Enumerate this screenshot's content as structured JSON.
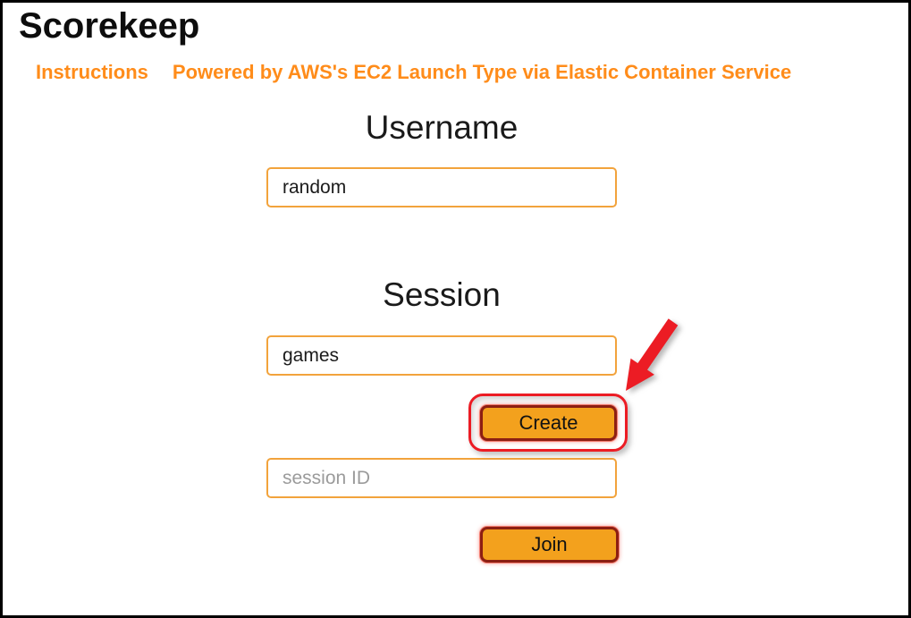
{
  "app": {
    "title": "Scorekeep"
  },
  "nav": {
    "instructions": "Instructions",
    "powered_by": "Powered by AWS's EC2 Launch Type via Elastic Container Service"
  },
  "username": {
    "heading": "Username",
    "value": "random"
  },
  "session": {
    "heading": "Session",
    "name_value": "games",
    "create_label": "Create",
    "id_placeholder": "session ID",
    "join_label": "Join"
  },
  "annotations": {
    "arrow_icon": "red-arrow-pointing-to-create-button",
    "highlight_ring": "red-ring-around-create-button",
    "annotation_color": "#ec1c24"
  },
  "colors": {
    "link_orange": "#ff8c1a",
    "input_border_orange": "#f2a33c",
    "button_orange": "#f3a11d",
    "button_border_maroon": "#8c1f12",
    "placeholder_gray": "#9b9b9b",
    "frame_black": "#000000"
  }
}
